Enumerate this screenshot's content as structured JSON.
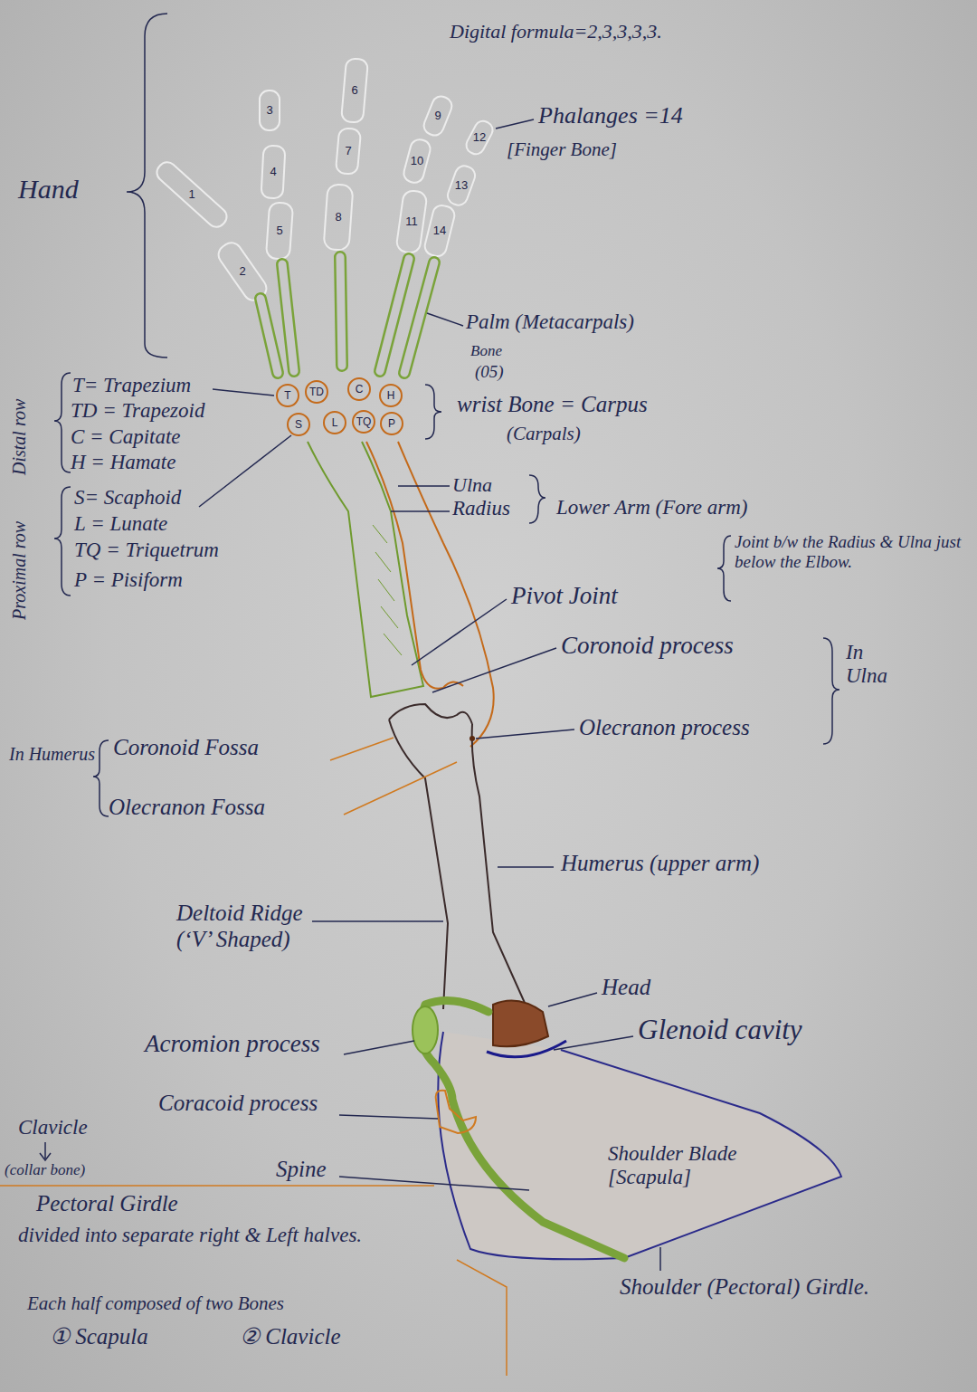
{
  "diagram": {
    "nodes": [
      {
        "text": [
          "T"
        ]
      },
      {
        "text": [
          "TD"
        ]
      },
      {
        "text": [
          "C"
        ]
      },
      {
        "text": [
          "H"
        ]
      },
      {
        "text": [
          "S"
        ]
      },
      {
        "text": [
          "L"
        ]
      },
      {
        "text": [
          "TQ"
        ]
      },
      {
        "text": [
          "P"
        ]
      }
    ],
    "labels": [
      "Digital formula=2,3,3,3,3.",
      "1",
      "2",
      "3",
      "4",
      "5",
      "6",
      "7",
      "8",
      "9",
      "10",
      "11",
      "12",
      "13",
      "14",
      "Phalanges =14",
      "[Finger Bone]",
      "Hand",
      "Palm (Metacarpals)",
      "Bone",
      "(05)",
      "T= Trapezium",
      "TD = Trapezoid",
      "C = Capitate",
      "H = Hamate",
      "Distal row",
      "wrist Bone = Carpus",
      "(Carpals)",
      "S= Scaphoid",
      "L = Lunate",
      "TQ = Triquetrum",
      "P = Pisiform",
      "Proximal row",
      "Ulna",
      "Radius",
      "Lower Arm (Fore arm)",
      "Joint b/w the Radius & Ulna just below the Elbow.",
      "Pivot Joint",
      "Coronoid process",
      "In Ulna",
      "In Humerus",
      "Coronoid Fossa",
      "Olecranon process",
      "Olecranon Fossa",
      "Humerus (upper arm)",
      "Deltoid Ridge (‘V’ Shaped)",
      "Head",
      "Glenoid cavity",
      "Acromion process",
      "Coracoid process",
      "Clavicle",
      "(collar bone)",
      "Spine",
      "Shoulder Blade [Scapula]",
      "Pectoral Girdle",
      "divided into separate right & Left halves.",
      "Shoulder (Pectoral) Girdle.",
      "Each half composed of two Bones",
      "① Scapula",
      "② Clavicle"
    ]
  }
}
